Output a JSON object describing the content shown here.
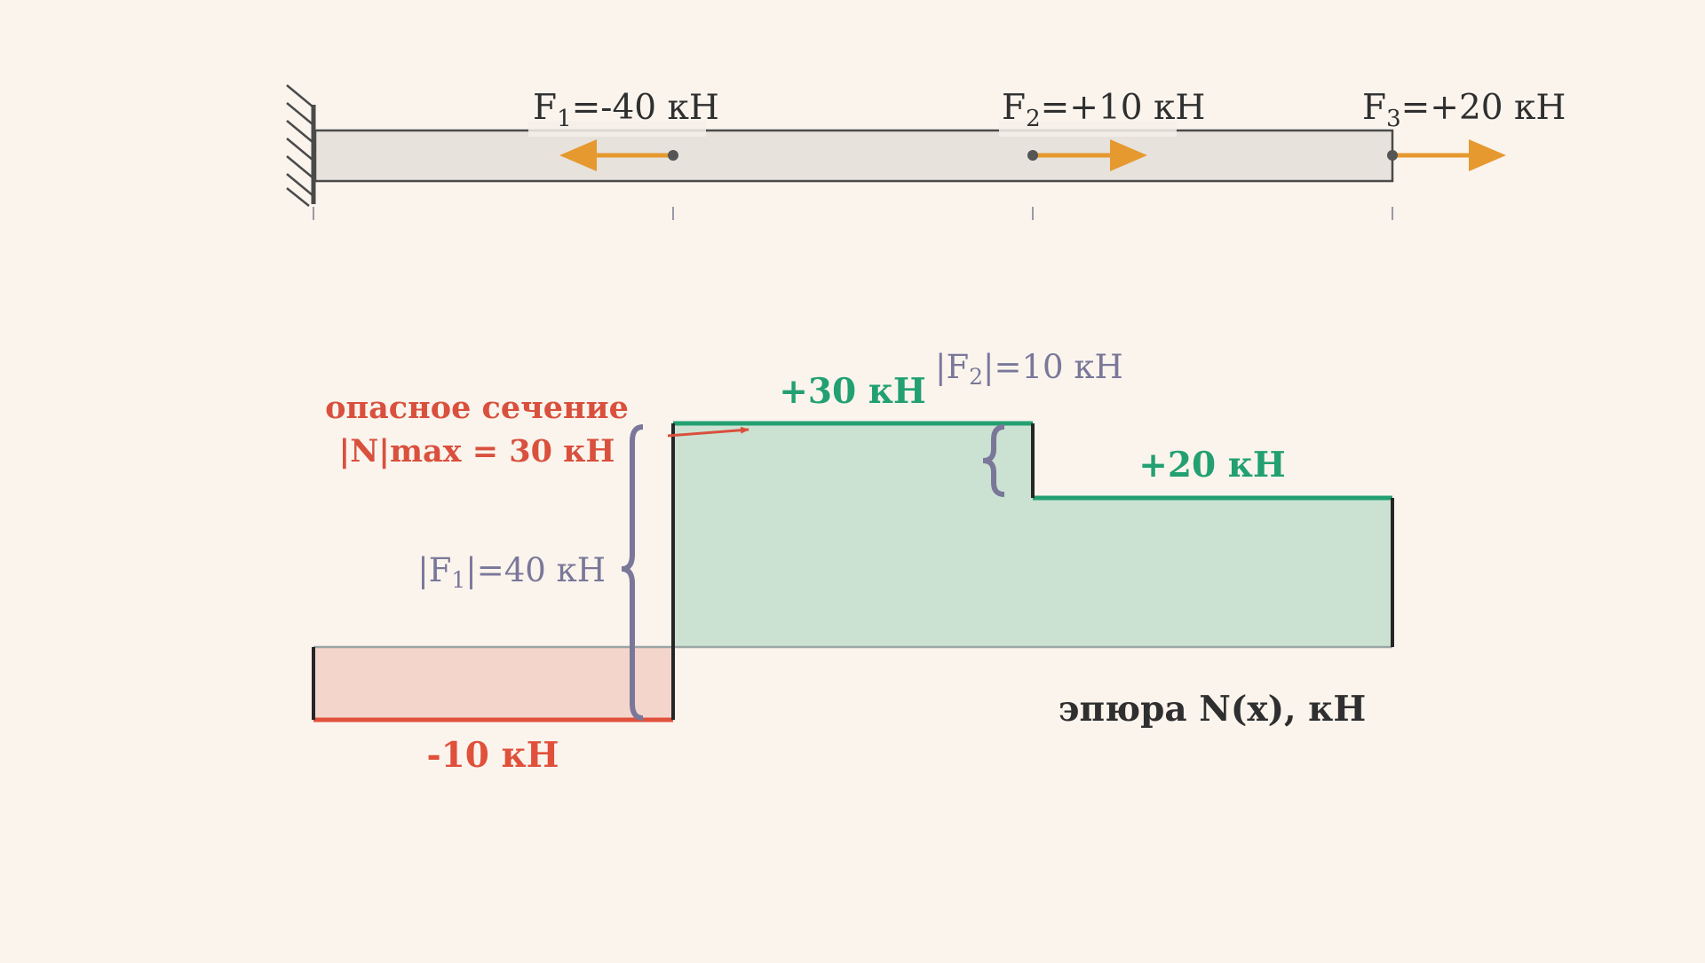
{
  "colors": {
    "background": "#faf4ed",
    "beam_fill": "#e7e2dc",
    "beam_stroke": "#4a4a4a",
    "force_arrow": "#e6992f",
    "positive_fill": "#cbe2d3",
    "positive_line": "#23a071",
    "negative_fill": "#f4d5cc",
    "negative_line": "#e0503b",
    "brace": "#7a7799",
    "danger": "#d9503d",
    "text": "#2f2f2f"
  },
  "beam": {
    "support_icon": "fixed-wall-hatch-icon",
    "forces": [
      {
        "name": "F1",
        "label_main": "F",
        "label_sub": "1",
        "label_rest": "=-40 кН",
        "direction": "left"
      },
      {
        "name": "F2",
        "label_main": "F",
        "label_sub": "2",
        "label_rest": "=+10 кН",
        "direction": "right"
      },
      {
        "name": "F3",
        "label_main": "F",
        "label_sub": "3",
        "label_rest": "=+20 кН",
        "direction": "right"
      }
    ]
  },
  "diagram": {
    "title": "эпюра N(x), кН",
    "segments": [
      {
        "value": -10,
        "label": "-10 кН"
      },
      {
        "value": 30,
        "label": "+30 кН"
      },
      {
        "value": 20,
        "label": "+20 кН"
      }
    ],
    "brace_f1": {
      "prefix": "|F",
      "sub": "1",
      "suffix": "|=40 кН"
    },
    "brace_f2": {
      "prefix": "|F",
      "sub": "2",
      "suffix": "|=10 кН"
    },
    "danger": {
      "line1": "опасное сечение",
      "line2": "|N|max = 30 кН"
    }
  }
}
